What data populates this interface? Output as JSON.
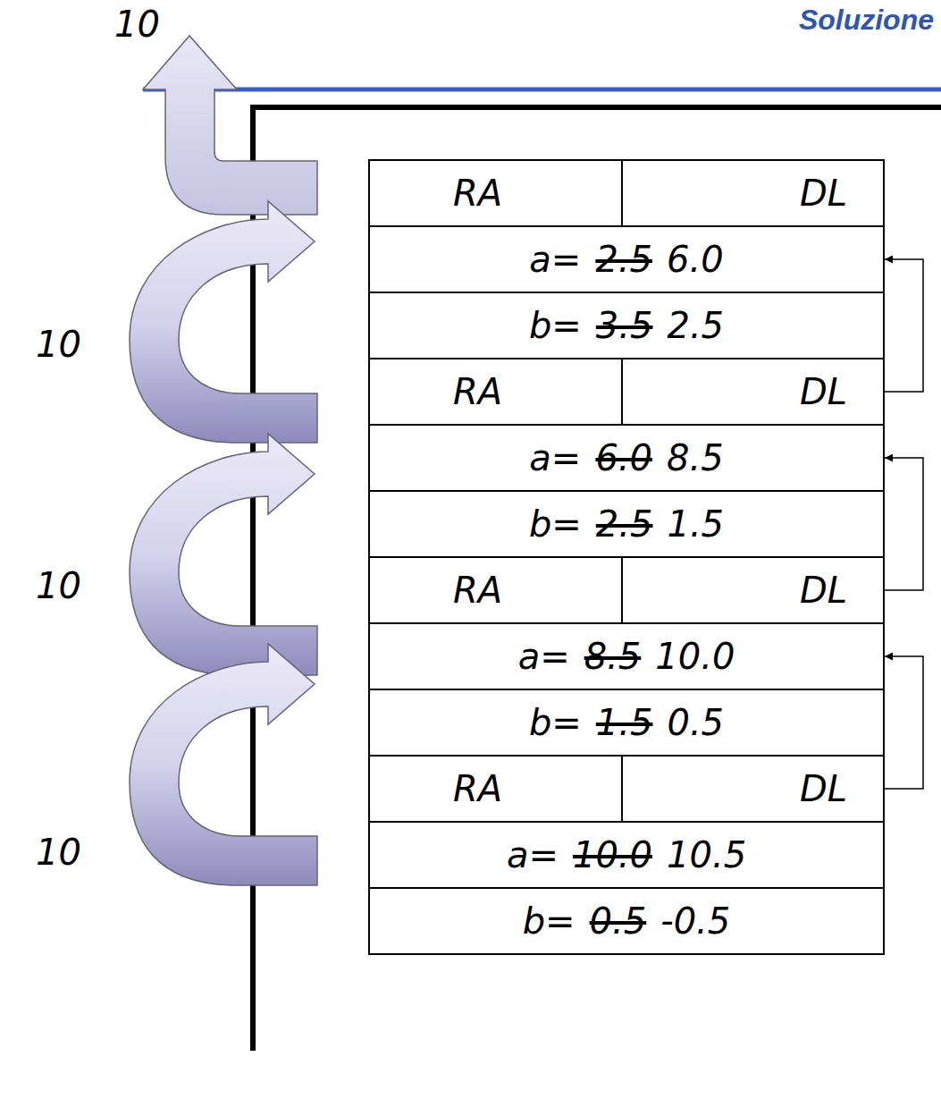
{
  "diagram": {
    "title": "Soluzione",
    "nodes": [
      {
        "text": [
          "RA"
        ]
      },
      {
        "text": [
          "DL"
        ]
      },
      {
        "text": [
          "a=",
          "2.5",
          "6.0"
        ]
      },
      {
        "text": [
          "b=",
          "3.5",
          "2.5"
        ]
      },
      {
        "text": [
          "RA"
        ]
      },
      {
        "text": [
          "DL"
        ]
      },
      {
        "text": [
          "a=",
          "6.0",
          "8.5"
        ]
      },
      {
        "text": [
          "b=",
          "2.5",
          "1.5"
        ]
      },
      {
        "text": [
          "RA"
        ]
      },
      {
        "text": [
          "DL"
        ]
      },
      {
        "text": [
          "a=",
          "8.5",
          "10.0"
        ]
      },
      {
        "text": [
          "b=",
          "1.5",
          "0.5"
        ]
      },
      {
        "text": [
          "RA"
        ]
      },
      {
        "text": [
          "DL"
        ]
      },
      {
        "text": [
          "a=",
          "10.0",
          "10.5"
        ]
      },
      {
        "text": [
          "b=",
          "0.5",
          "-0.5"
        ]
      }
    ],
    "edges": [
      {
        "from": 5,
        "to": 2,
        "arrow": "to"
      },
      {
        "from": 9,
        "to": 6,
        "arrow": "to"
      },
      {
        "from": 13,
        "to": 10,
        "arrow": "to"
      }
    ],
    "labels": [
      "10",
      "10",
      "10",
      "10"
    ]
  }
}
